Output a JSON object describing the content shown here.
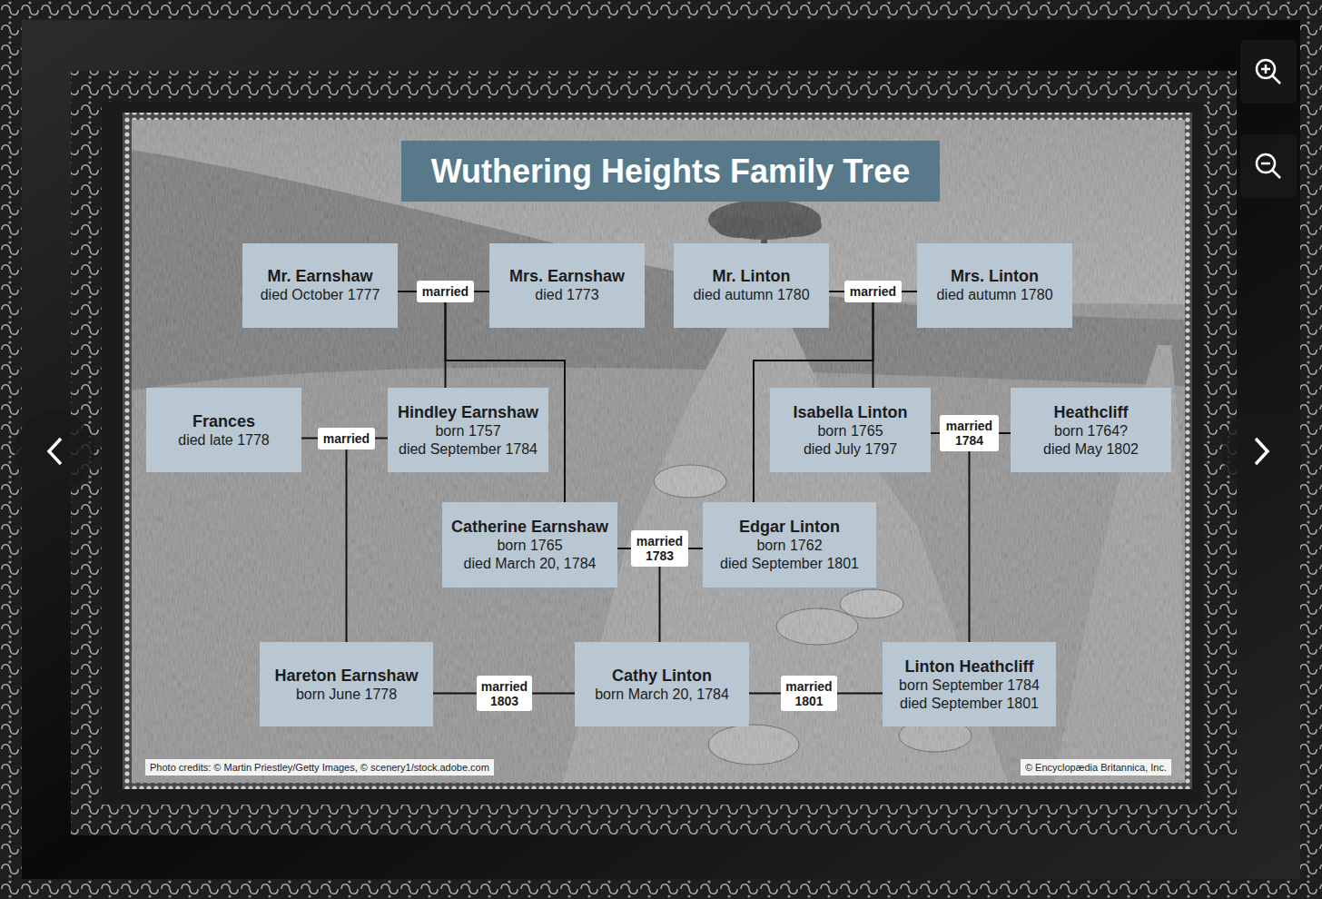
{
  "diagram": {
    "title": "Wuthering Heights Family Tree",
    "nodes": [
      {
        "text": [
          "Mr. Earnshaw",
          "died October 1777"
        ]
      },
      {
        "text": [
          "married"
        ]
      },
      {
        "text": [
          "Mrs. Earnshaw",
          "died 1773"
        ]
      },
      {
        "text": [
          "Mr. Linton",
          "died autumn 1780"
        ]
      },
      {
        "text": [
          "married"
        ]
      },
      {
        "text": [
          "Mrs. Linton",
          "died autumn 1780"
        ]
      },
      {
        "text": [
          "Frances",
          "died late 1778"
        ]
      },
      {
        "text": [
          "married"
        ]
      },
      {
        "text": [
          "Hindley Earnshaw",
          "born 1757",
          "died September 1784"
        ]
      },
      {
        "text": [
          "Isabella Linton",
          "born 1765",
          "died July 1797"
        ]
      },
      {
        "text": [
          "married",
          "1784"
        ]
      },
      {
        "text": [
          "Heathcliff",
          "born 1764?",
          "died May 1802"
        ]
      },
      {
        "text": [
          "Catherine Earnshaw",
          "born 1765",
          "died March 20, 1784"
        ]
      },
      {
        "text": [
          "married",
          "1783"
        ]
      },
      {
        "text": [
          "Edgar Linton",
          "born 1762",
          "died September 1801"
        ]
      },
      {
        "text": [
          "Hareton Earnshaw",
          "born June 1778"
        ]
      },
      {
        "text": [
          "married",
          "1803"
        ]
      },
      {
        "text": [
          "Cathy Linton",
          "born March 20, 1784"
        ]
      },
      {
        "text": [
          "married",
          "1801"
        ]
      },
      {
        "text": [
          "Linton Heathcliff",
          "born September 1784",
          "died September 1801"
        ]
      }
    ],
    "edges": [
      {
        "from": 0,
        "to": 1,
        "arrow": "none"
      },
      {
        "from": 1,
        "to": 2,
        "arrow": "none"
      },
      {
        "from": 3,
        "to": 4,
        "arrow": "none"
      },
      {
        "from": 4,
        "to": 5,
        "arrow": "none"
      },
      {
        "from": 1,
        "to": 8,
        "arrow": "none"
      },
      {
        "from": 1,
        "to": 12,
        "arrow": "none"
      },
      {
        "from": 4,
        "to": 9,
        "arrow": "none"
      },
      {
        "from": 4,
        "to": 14,
        "arrow": "none"
      },
      {
        "from": 6,
        "to": 7,
        "arrow": "none"
      },
      {
        "from": 7,
        "to": 8,
        "arrow": "none"
      },
      {
        "from": 9,
        "to": 10,
        "arrow": "none"
      },
      {
        "from": 10,
        "to": 11,
        "arrow": "none"
      },
      {
        "from": 7,
        "to": 15,
        "arrow": "none"
      },
      {
        "from": 10,
        "to": 19,
        "arrow": "none"
      },
      {
        "from": 12,
        "to": 13,
        "arrow": "none"
      },
      {
        "from": 13,
        "to": 14,
        "arrow": "none"
      },
      {
        "from": 13,
        "to": 17,
        "arrow": "none"
      },
      {
        "from": 15,
        "to": 16,
        "arrow": "none"
      },
      {
        "from": 16,
        "to": 17,
        "arrow": "none"
      },
      {
        "from": 17,
        "to": 18,
        "arrow": "none"
      },
      {
        "from": 18,
        "to": 19,
        "arrow": "none"
      }
    ],
    "labels": [
      "Photo credits: © Martin Priestley/Getty Images, © scenery1/stock.adobe.com",
      "© Encyclopædia Britannica, Inc."
    ]
  }
}
